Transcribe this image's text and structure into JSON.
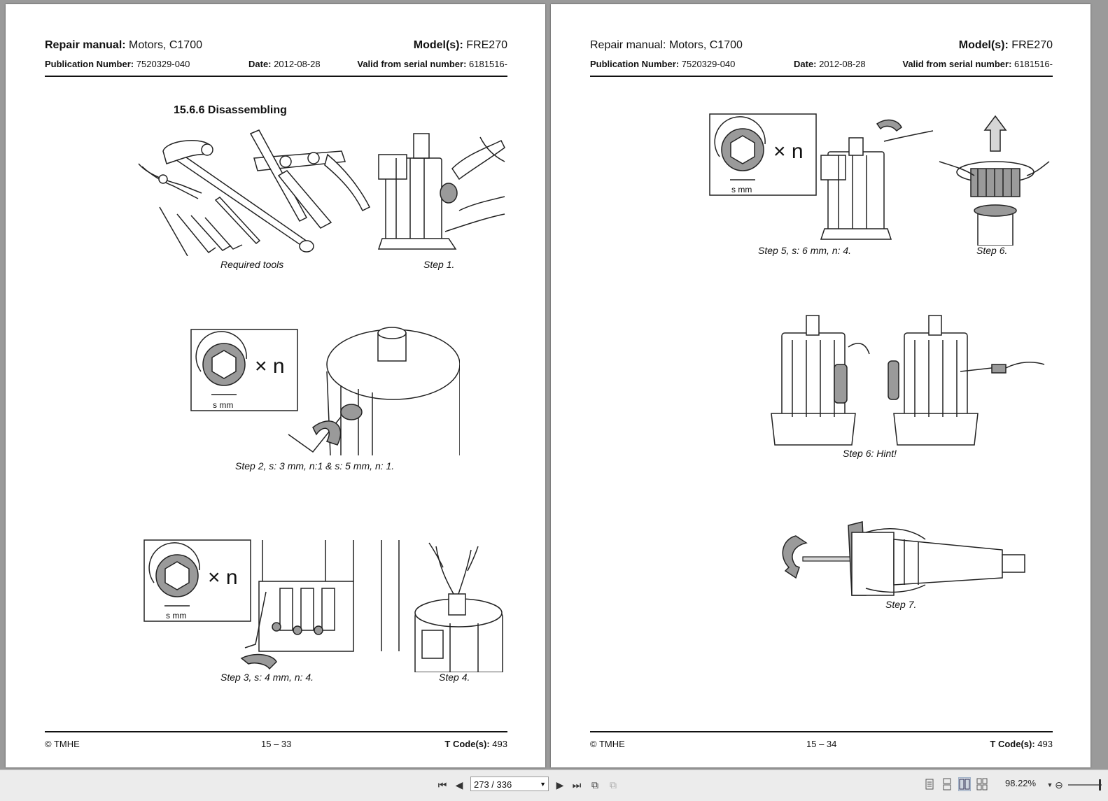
{
  "pages": [
    {
      "header": {
        "manual_label": "Repair manual:",
        "manual_value": "Motors, C1700",
        "model_label": "Model(s):",
        "model_value": "FRE270",
        "pub_label": "Publication Number:",
        "pub_value": "7520329-040",
        "date_label": "Date:",
        "date_value": "2012-08-28",
        "serial_label": "Valid from serial number:",
        "serial_value": "6181516-"
      },
      "section_title": "15.6.6 Disassembling",
      "captions": {
        "tools": "Required tools",
        "step1": "Step 1.",
        "step2": "Step 2, s: 3 mm, n:1 & s: 5 mm, n: 1.",
        "step3": "Step 3, s: 4 mm, n: 4.",
        "step4": "Step 4."
      },
      "footer": {
        "copyright": "© TMHE",
        "page_no": "15 – 33",
        "tcode_label": "T Code(s):",
        "tcode_value": "493"
      }
    },
    {
      "header": {
        "manual_label": "Repair manual:",
        "manual_value": "Motors, C1700",
        "model_label": "Model(s):",
        "model_value": "FRE270",
        "pub_label": "Publication Number:",
        "pub_value": "7520329-040",
        "date_label": "Date:",
        "date_value": "2012-08-28",
        "serial_label": "Valid from serial number:",
        "serial_value": "6181516-"
      },
      "captions": {
        "step5": "Step 5, s: 6 mm, n: 4.",
        "step6": "Step 6.",
        "step6hint": "Step 6: Hint!",
        "step7": "Step 7."
      },
      "footer": {
        "copyright": "© TMHE",
        "page_no": "15 – 34",
        "tcode_label": "T Code(s):",
        "tcode_value": "493"
      }
    }
  ],
  "hex_legend": {
    "times_n": "× n",
    "s_mm": "s mm"
  },
  "toolbar": {
    "page_indicator": "273 / 336",
    "zoom": "98.22%"
  }
}
